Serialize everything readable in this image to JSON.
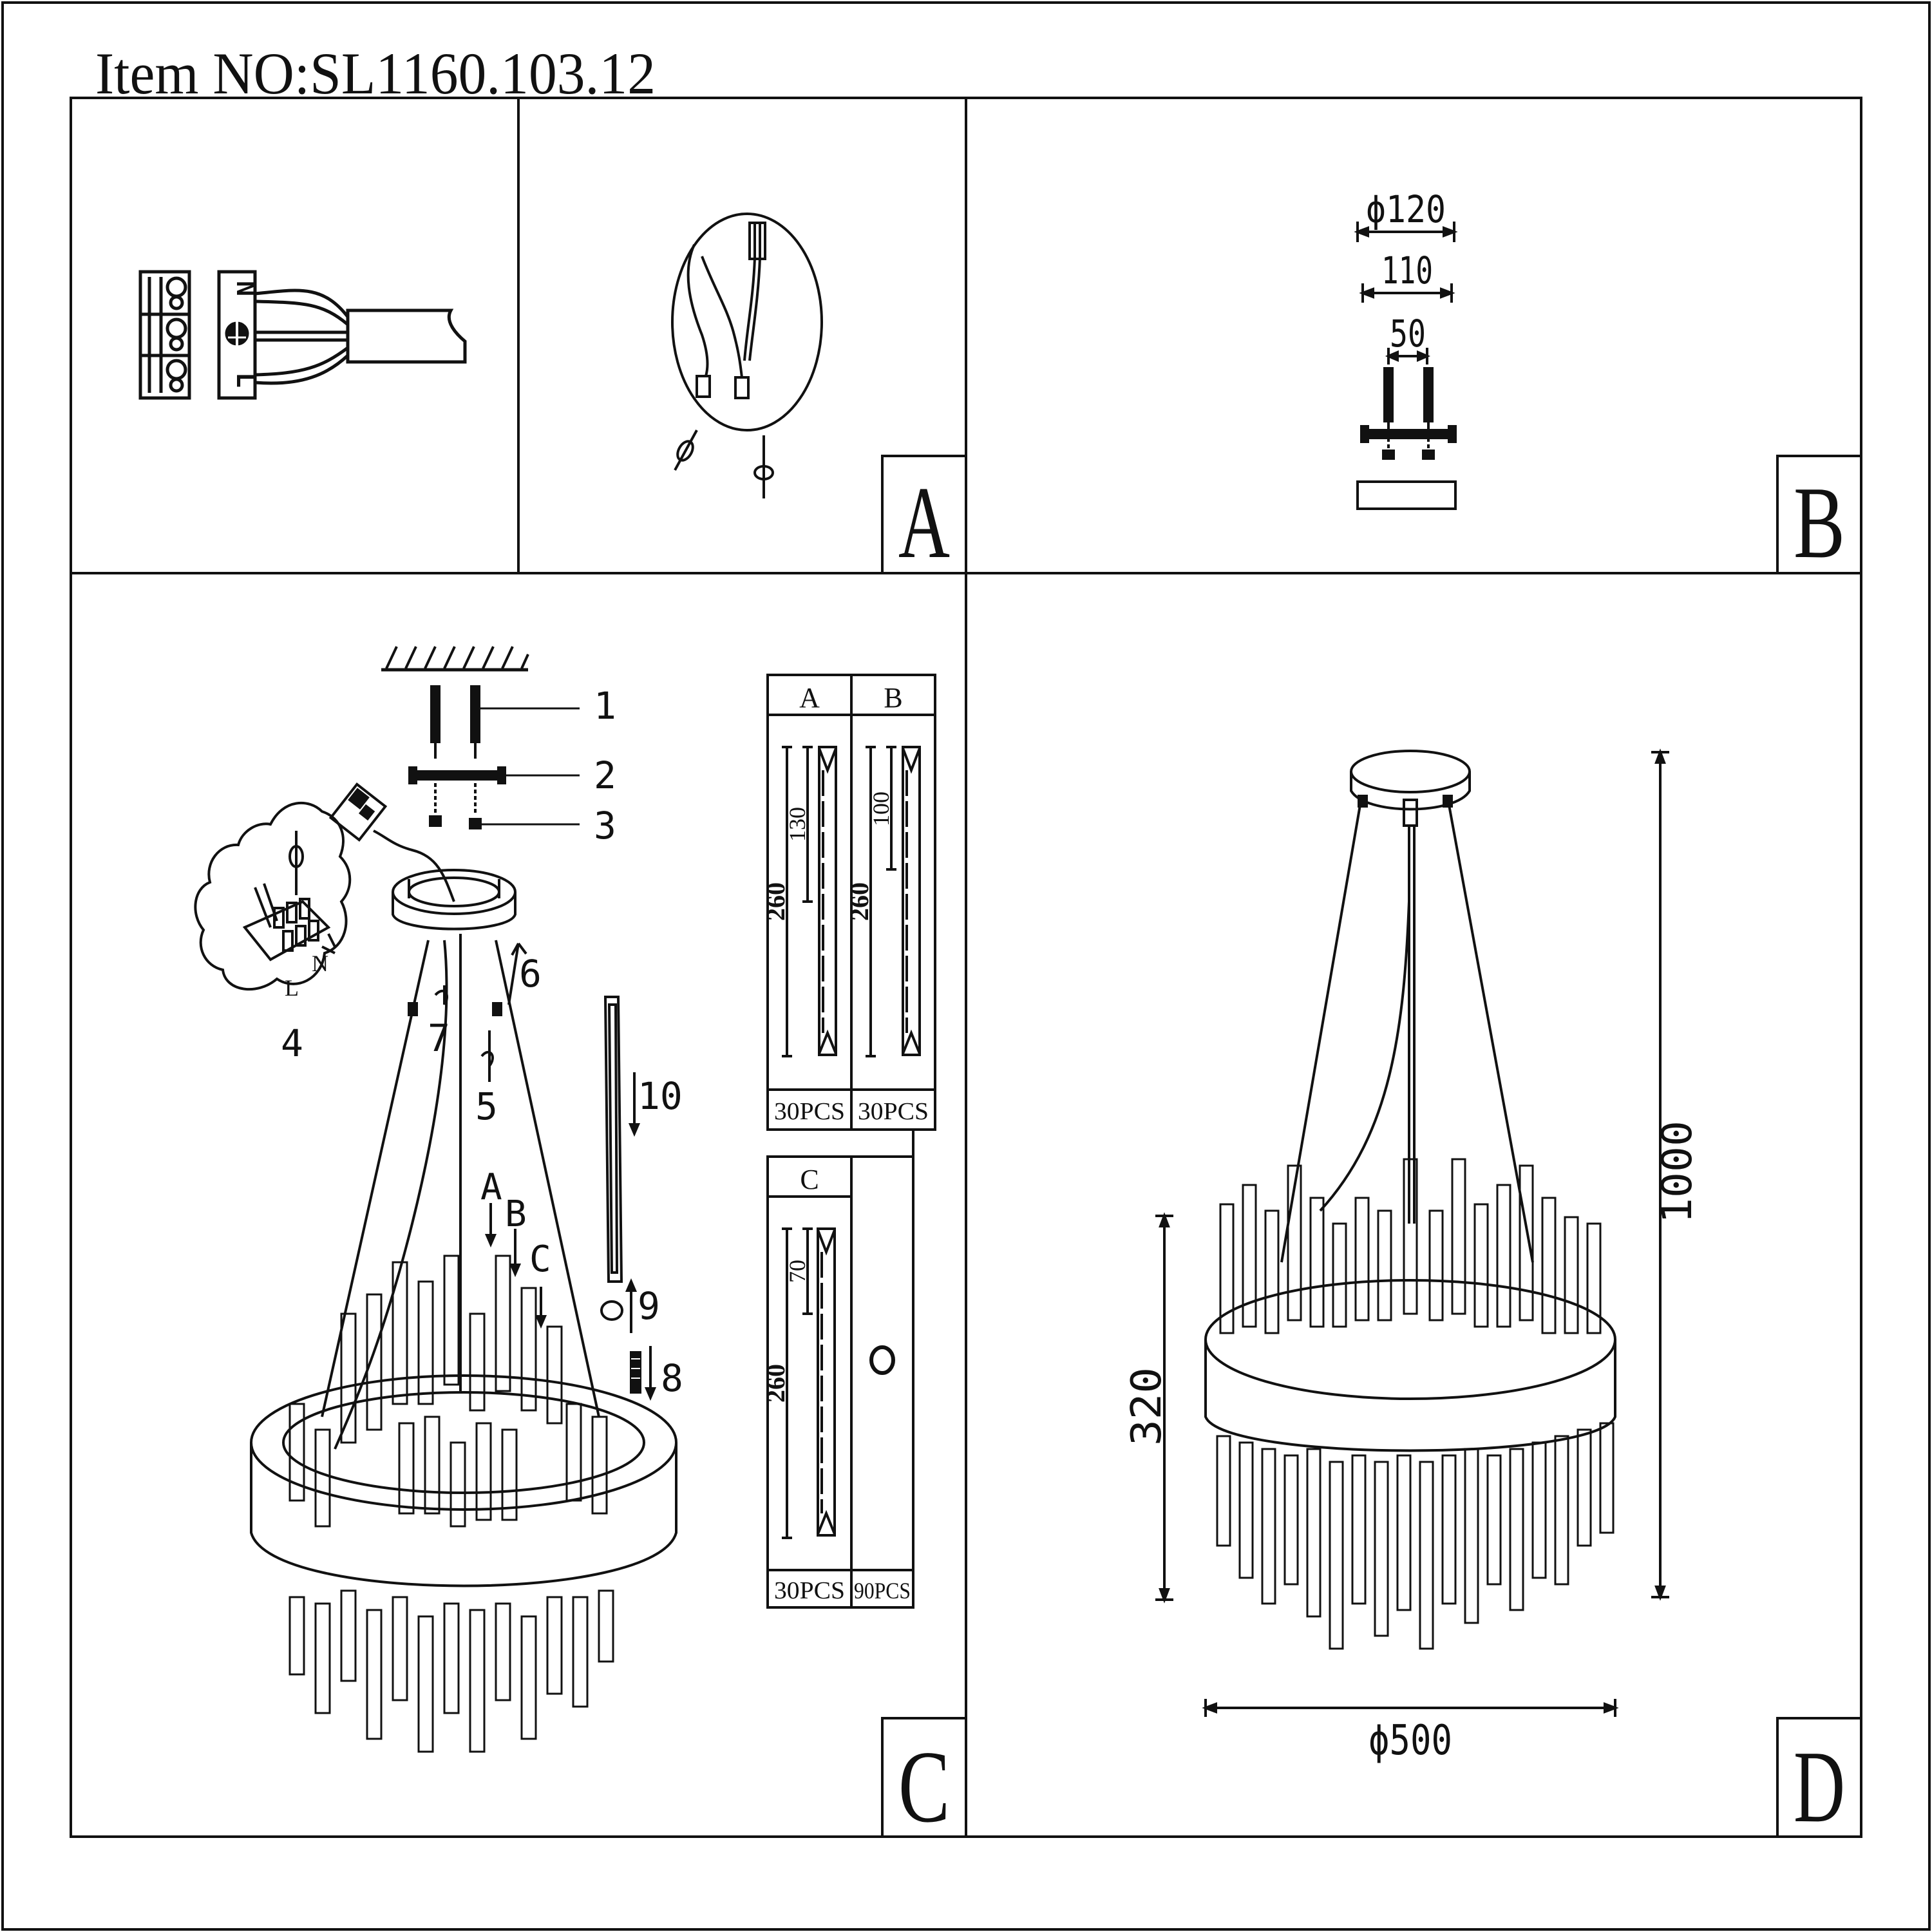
{
  "title": "Item NO:SL1160.103.12",
  "panel_letters": {
    "a": "A",
    "b": "B",
    "c": "C",
    "d": "D"
  },
  "wiring": {
    "n": "N",
    "l": "L"
  },
  "bracket_dims": {
    "d_outer": "ϕ120",
    "w_mid": "110",
    "w_inner": "50"
  },
  "parts": {
    "callouts": [
      "1",
      "2",
      "3",
      "4",
      "5",
      "6",
      "7",
      "8",
      "9",
      "10"
    ],
    "crystal_labels": [
      "A",
      "B",
      "C"
    ],
    "inset_labels": [
      "N",
      "L"
    ]
  },
  "crystal_table": {
    "a": {
      "head": "A",
      "long": "260",
      "short": "130",
      "qty": "30PCS"
    },
    "b": {
      "head": "B",
      "long": "260",
      "short": "100",
      "qty": "30PCS"
    },
    "c": {
      "head": "C",
      "long": "260",
      "short": "70",
      "qty": "30PCS"
    },
    "ring": {
      "qty": "90PCS"
    }
  },
  "overall_dims": {
    "height": "1000",
    "body_height": "320",
    "diameter": "ϕ500"
  }
}
